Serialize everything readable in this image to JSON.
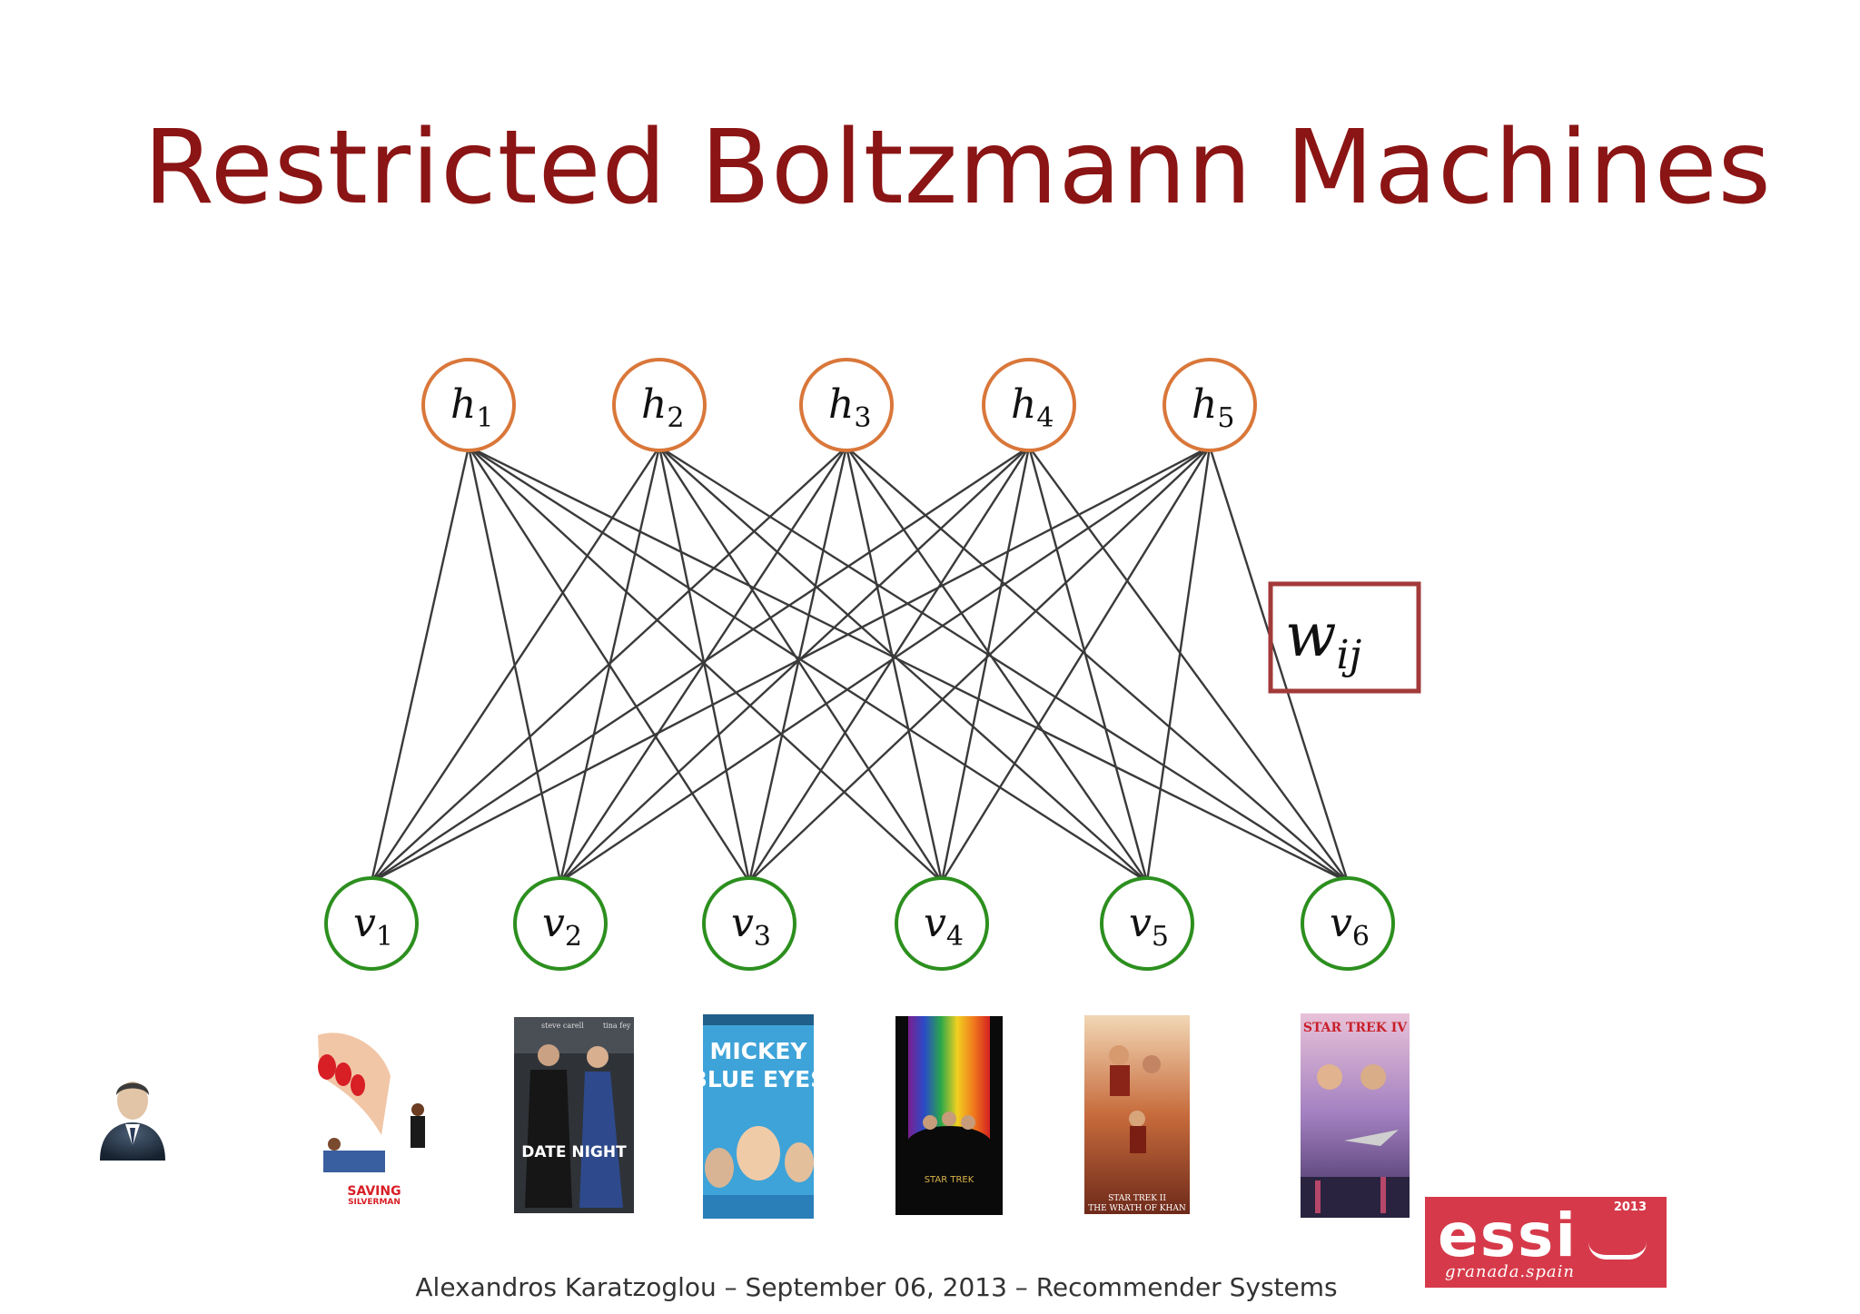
{
  "slide": {
    "title": "Restricted Boltzmann Machines",
    "footer": "Alexandros Karatzoglou – September 06, 2013 – Recommender Systems"
  },
  "colors": {
    "title": "#8b1414",
    "hidden_node": "#d9773a",
    "visible_node": "#2c8f1e",
    "edge": "#3a3a3a",
    "weight_box": "#a33a3a",
    "logo_bg": "#d63a4a"
  },
  "diagram": {
    "hidden_units": [
      {
        "id": "h1",
        "label": "h",
        "sub": "1"
      },
      {
        "id": "h2",
        "label": "h",
        "sub": "2"
      },
      {
        "id": "h3",
        "label": "h",
        "sub": "3"
      },
      {
        "id": "h4",
        "label": "h",
        "sub": "4"
      },
      {
        "id": "h5",
        "label": "h",
        "sub": "5"
      }
    ],
    "visible_units": [
      {
        "id": "v1",
        "label": "v",
        "sub": "1"
      },
      {
        "id": "v2",
        "label": "v",
        "sub": "2"
      },
      {
        "id": "v3",
        "label": "v",
        "sub": "3"
      },
      {
        "id": "v4",
        "label": "v",
        "sub": "4"
      },
      {
        "id": "v5",
        "label": "v",
        "sub": "5"
      },
      {
        "id": "v6",
        "label": "v",
        "sub": "6"
      }
    ],
    "connectivity": "full",
    "weight_label": {
      "symbol": "w",
      "sub": "ij"
    }
  },
  "images": {
    "user": "user-avatar-icon",
    "posters": [
      {
        "name": "saving-silverman-poster",
        "text": "SAVING SILVERMAN"
      },
      {
        "name": "date-night-poster",
        "text": "DATE NIGHT",
        "credits": [
          "steve carell",
          "tina fey"
        ]
      },
      {
        "name": "mickey-blue-eyes-poster",
        "text": "MICKEY BLUE EYES"
      },
      {
        "name": "star-trek-motion-picture-poster",
        "text": "STAR TREK"
      },
      {
        "name": "star-trek-wrath-of-khan-poster",
        "text": "STAR TREK II THE WRATH OF KHAN"
      },
      {
        "name": "star-trek-iv-poster",
        "text": "STAR TREK IV"
      }
    ]
  },
  "logo": {
    "word": "essi",
    "year": "2013",
    "place": "granada.spain"
  }
}
